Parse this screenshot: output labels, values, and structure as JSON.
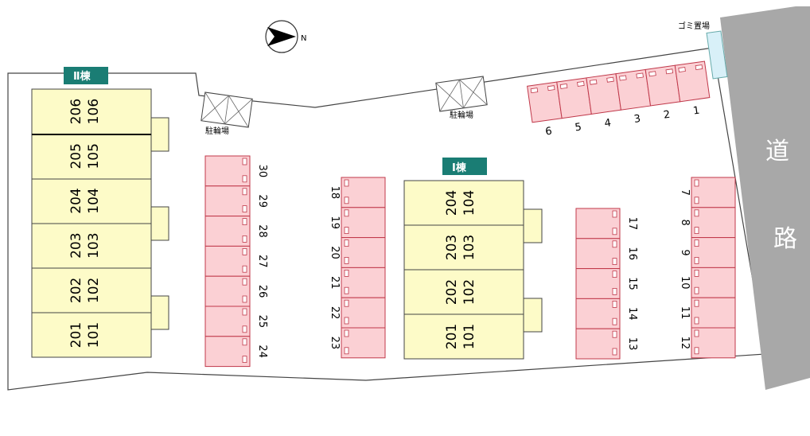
{
  "compass": {
    "label": "N"
  },
  "road": {
    "label_1": "道",
    "label_2": "路"
  },
  "garbage": {
    "label": "ゴミ置場"
  },
  "bicycle": {
    "label_left": "駐輪場",
    "label_right": "駐輪場"
  },
  "building2": {
    "badge": "Ⅱ棟",
    "floors": [
      {
        "upper": "206",
        "lower": "106"
      },
      {
        "upper": "205",
        "lower": "105"
      },
      {
        "upper": "204",
        "lower": "104"
      },
      {
        "upper": "203",
        "lower": "103"
      },
      {
        "upper": "202",
        "lower": "102"
      },
      {
        "upper": "201",
        "lower": "101"
      }
    ]
  },
  "building1": {
    "badge": "Ⅰ棟",
    "floors": [
      {
        "upper": "204",
        "lower": "104"
      },
      {
        "upper": "203",
        "lower": "103"
      },
      {
        "upper": "202",
        "lower": "102"
      },
      {
        "upper": "201",
        "lower": "101"
      }
    ]
  },
  "parking": {
    "top_row": [
      "6",
      "5",
      "4",
      "3",
      "2",
      "1"
    ],
    "col_30_24": [
      "30",
      "29",
      "28",
      "27",
      "26",
      "25",
      "24"
    ],
    "col_18_23": [
      "18",
      "19",
      "20",
      "21",
      "22",
      "23"
    ],
    "col_17_13": [
      "17",
      "16",
      "15",
      "14",
      "13"
    ],
    "col_7_12": [
      "7",
      "8",
      "9",
      "10",
      "11",
      "12"
    ]
  },
  "colors": {
    "building_fill": "#fdfbc8",
    "parking_fill": "#fbd0d4",
    "parking_stroke": "#c0384a",
    "badge_fill": "#1a7d74",
    "road_fill": "#a8a8a8",
    "garbage_fill": "#d8f0f8"
  }
}
